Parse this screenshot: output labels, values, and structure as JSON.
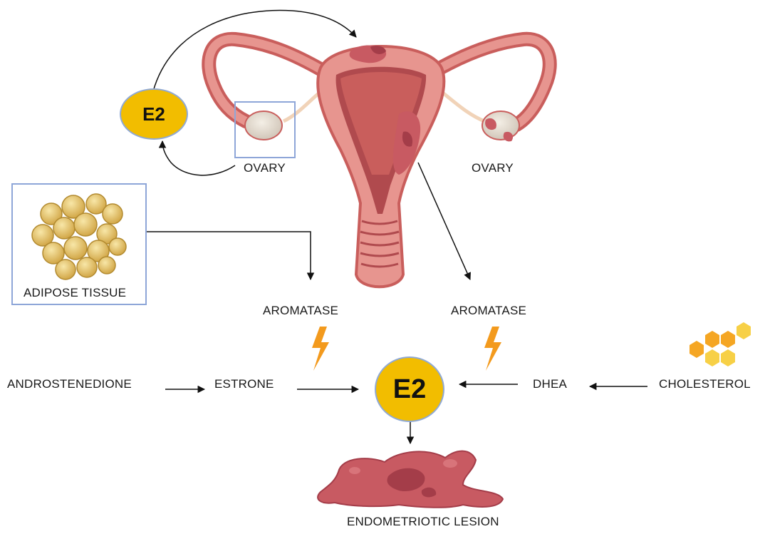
{
  "labels": {
    "e2_top": "E2",
    "e2_center": "E2",
    "ovary_left": "OVARY",
    "ovary_right": "OVARY",
    "adipose": "ADIPOSE TISSUE",
    "aromatase_left": "AROMATASE",
    "aromatase_right": "AROMATASE",
    "androstenedione": "ANDROSTENEDIONE",
    "estrone": "ESTRONE",
    "dhea": "DHEA",
    "cholesterol": "CHOLESTEROL",
    "lesion": "ENDOMETRIOTIC LESION"
  },
  "colors": {
    "e2_fill": "#f2bd00",
    "uterus": "#e7958f",
    "uterus_dark": "#c95e5c",
    "lesion": "#c85a62",
    "lightning": "#f39a1d",
    "fat": "#e9c86a",
    "cholesterol_orange": "#f5a623",
    "cholesterol_yellow": "#f7d046"
  }
}
